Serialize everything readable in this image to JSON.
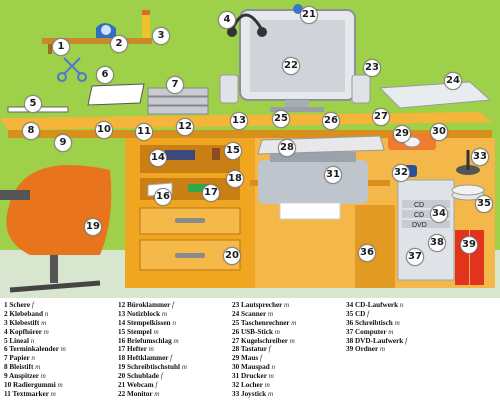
{
  "vocabulary": [
    {
      "n": "1",
      "word": "Schere",
      "gender": "f"
    },
    {
      "n": "2",
      "word": "Klebeband",
      "gender": "n"
    },
    {
      "n": "3",
      "word": "Klebestift",
      "gender": "m"
    },
    {
      "n": "4",
      "word": "Kopfhörer",
      "gender": "m"
    },
    {
      "n": "5",
      "word": "Lineal",
      "gender": "n"
    },
    {
      "n": "6",
      "word": "Terminkalender",
      "gender": "m"
    },
    {
      "n": "7",
      "word": "Papier",
      "gender": "n"
    },
    {
      "n": "8",
      "word": "Bleistift",
      "gender": "m"
    },
    {
      "n": "9",
      "word": "Anspitzer",
      "gender": "m"
    },
    {
      "n": "10",
      "word": "Radiergummi",
      "gender": "m"
    },
    {
      "n": "11",
      "word": "Textmarker",
      "gender": "m"
    },
    {
      "n": "12",
      "word": "Büroklammer",
      "gender": "f"
    },
    {
      "n": "13",
      "word": "Notizblock",
      "gender": "m"
    },
    {
      "n": "14",
      "word": "Stempelkissen",
      "gender": "n"
    },
    {
      "n": "15",
      "word": "Stempel",
      "gender": "m"
    },
    {
      "n": "16",
      "word": "Briefumschlag",
      "gender": "m"
    },
    {
      "n": "17",
      "word": "Hefter",
      "gender": "m"
    },
    {
      "n": "18",
      "word": "Heftklammer",
      "gender": "f"
    },
    {
      "n": "19",
      "word": "Schreibtischstuhl",
      "gender": "m"
    },
    {
      "n": "20",
      "word": "Schublade",
      "gender": "f"
    },
    {
      "n": "21",
      "word": "Webcam",
      "gender": "f"
    },
    {
      "n": "22",
      "word": "Monitor",
      "gender": "m"
    },
    {
      "n": "23",
      "word": "Lautsprecher",
      "gender": "m"
    },
    {
      "n": "24",
      "word": "Scanner",
      "gender": "m"
    },
    {
      "n": "25",
      "word": "Taschenrechner",
      "gender": "m"
    },
    {
      "n": "26",
      "word": "USB-Stick",
      "gender": "m"
    },
    {
      "n": "27",
      "word": "Kugelschreiber",
      "gender": "m"
    },
    {
      "n": "28",
      "word": "Tastatur",
      "gender": "f"
    },
    {
      "n": "29",
      "word": "Maus",
      "gender": "f"
    },
    {
      "n": "30",
      "word": "Mauspad",
      "gender": "n"
    },
    {
      "n": "31",
      "word": "Drucker",
      "gender": "m"
    },
    {
      "n": "32",
      "word": "Locher",
      "gender": "m"
    },
    {
      "n": "33",
      "word": "Joystick",
      "gender": "m"
    },
    {
      "n": "34",
      "word": "CD-Laufwerk",
      "gender": "n"
    },
    {
      "n": "35",
      "word": "CD",
      "gender": "f"
    },
    {
      "n": "36",
      "word": "Schreibtisch",
      "gender": "m"
    },
    {
      "n": "37",
      "word": "Computer",
      "gender": "m"
    },
    {
      "n": "38",
      "word": "DVD-Laufwerk",
      "gender": "f"
    },
    {
      "n": "39",
      "word": "Ordner",
      "gender": "m"
    }
  ],
  "drive_labels": {
    "cd1": "CD",
    "cd2": "CD",
    "dvd": "DVD"
  },
  "colors": {
    "wall": "#9fd04a",
    "desk": "#f0a621",
    "desk_dark": "#c97f14",
    "chair": "#e8741e",
    "shelf": "#c98a2c"
  }
}
